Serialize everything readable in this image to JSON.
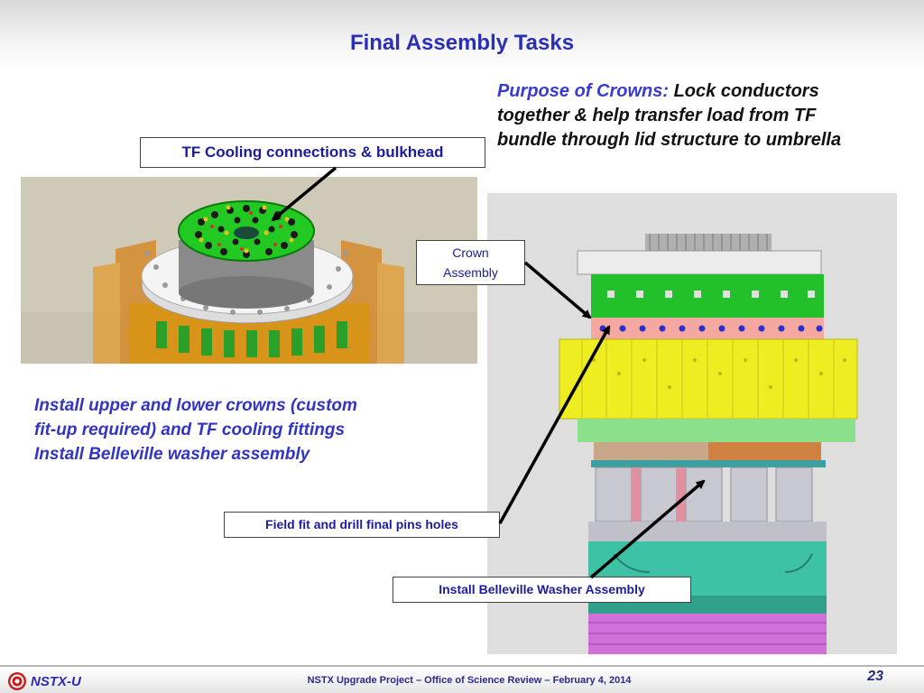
{
  "slide": {
    "title": "Final Assembly Tasks",
    "purpose": {
      "label": "Purpose of Crowns:",
      "line1": "Lock conductors",
      "line2": "together &  help transfer load from TF",
      "line3": "bundle through lid structure to umbrella"
    },
    "callouts": {
      "tf_cooling": "TF Cooling connections & bulkhead",
      "crown_line1": "Crown",
      "crown_line2": "Assembly",
      "field_fit": "Field fit and drill final pins holes",
      "belleville": "Install Belleville Washer Assembly"
    },
    "bullets": [
      "Install upper and lower crowns (custom",
      "fit-up required) and TF cooling fittings",
      "Install Belleville washer assembly"
    ],
    "images": {
      "left": "cad-render-tf-cooling-bulkhead",
      "right": "cad-render-crown-assembly-side-view"
    },
    "colors": {
      "title": "#2a2fb8",
      "callout_text": "#1d1d9c",
      "bullets": "#3234c4"
    }
  },
  "footer": {
    "logo_text": "NSTX-U",
    "center_text": "NSTX Upgrade Project – Office of Science Review – February 4, 2014",
    "page_number": "23"
  }
}
